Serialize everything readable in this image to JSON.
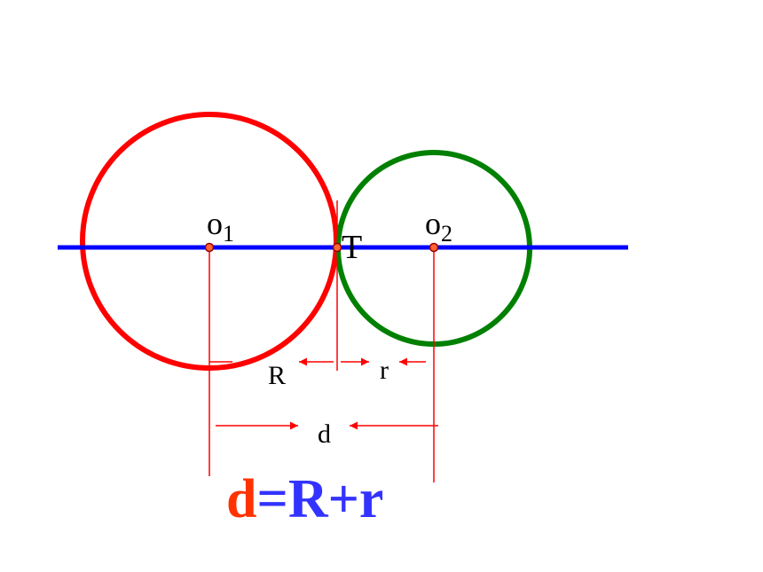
{
  "labels": {
    "center1": "o",
    "center1_sub": "1",
    "center2": "o",
    "center2_sub": "2",
    "tangent_point": "T",
    "big_radius": "R",
    "small_radius": "r",
    "distance": "d"
  },
  "formula": {
    "lhs": "d",
    "rest": "=R+r"
  },
  "colors": {
    "big_circle": "#ff0000",
    "small_circle": "#008000",
    "center_line": "#0000ff",
    "dimension": "#ff0000",
    "formula_lhs": "#ff3300",
    "formula_rest": "#3333ff"
  }
}
